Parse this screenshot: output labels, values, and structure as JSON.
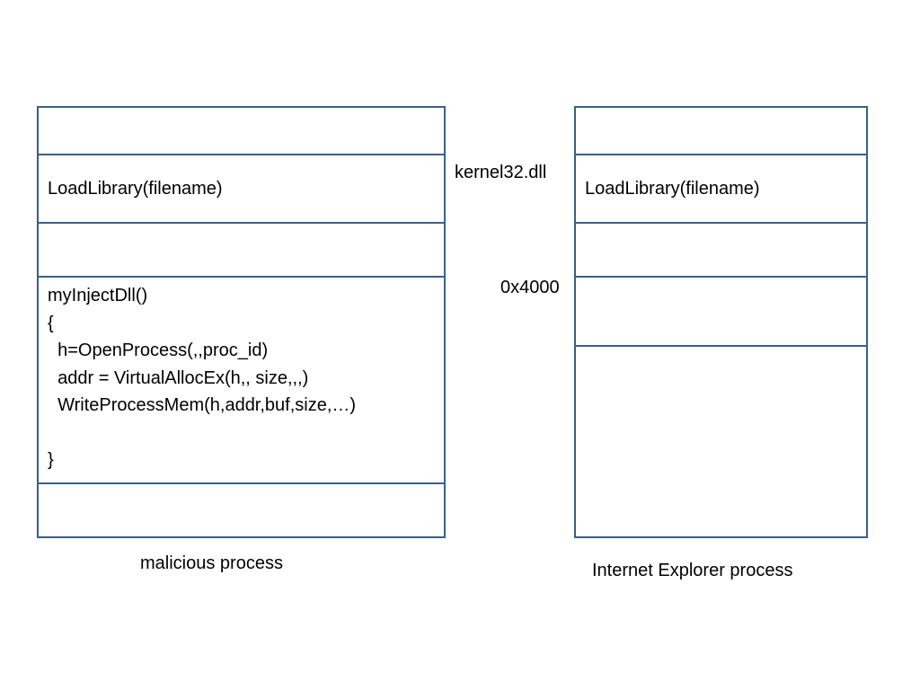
{
  "malicious_process": {
    "caption": "malicious process",
    "loadlibrary_label": "LoadLibrary(filename)",
    "code_lines": [
      "myInjectDll()",
      "{",
      "  h=OpenProcess(,,proc_id)",
      "  addr = VirtualAllocEx(h,, size,,,)",
      "  WriteProcessMem(h,addr,buf,size,…)",
      "",
      "}"
    ]
  },
  "ie_process": {
    "caption": "Internet Explorer process",
    "loadlibrary_label": "LoadLibrary(filename)"
  },
  "annotations": {
    "kernel_label": "kernel32.dll",
    "address_label": "0x4000"
  },
  "colors": {
    "border": "#3a5f8a"
  }
}
